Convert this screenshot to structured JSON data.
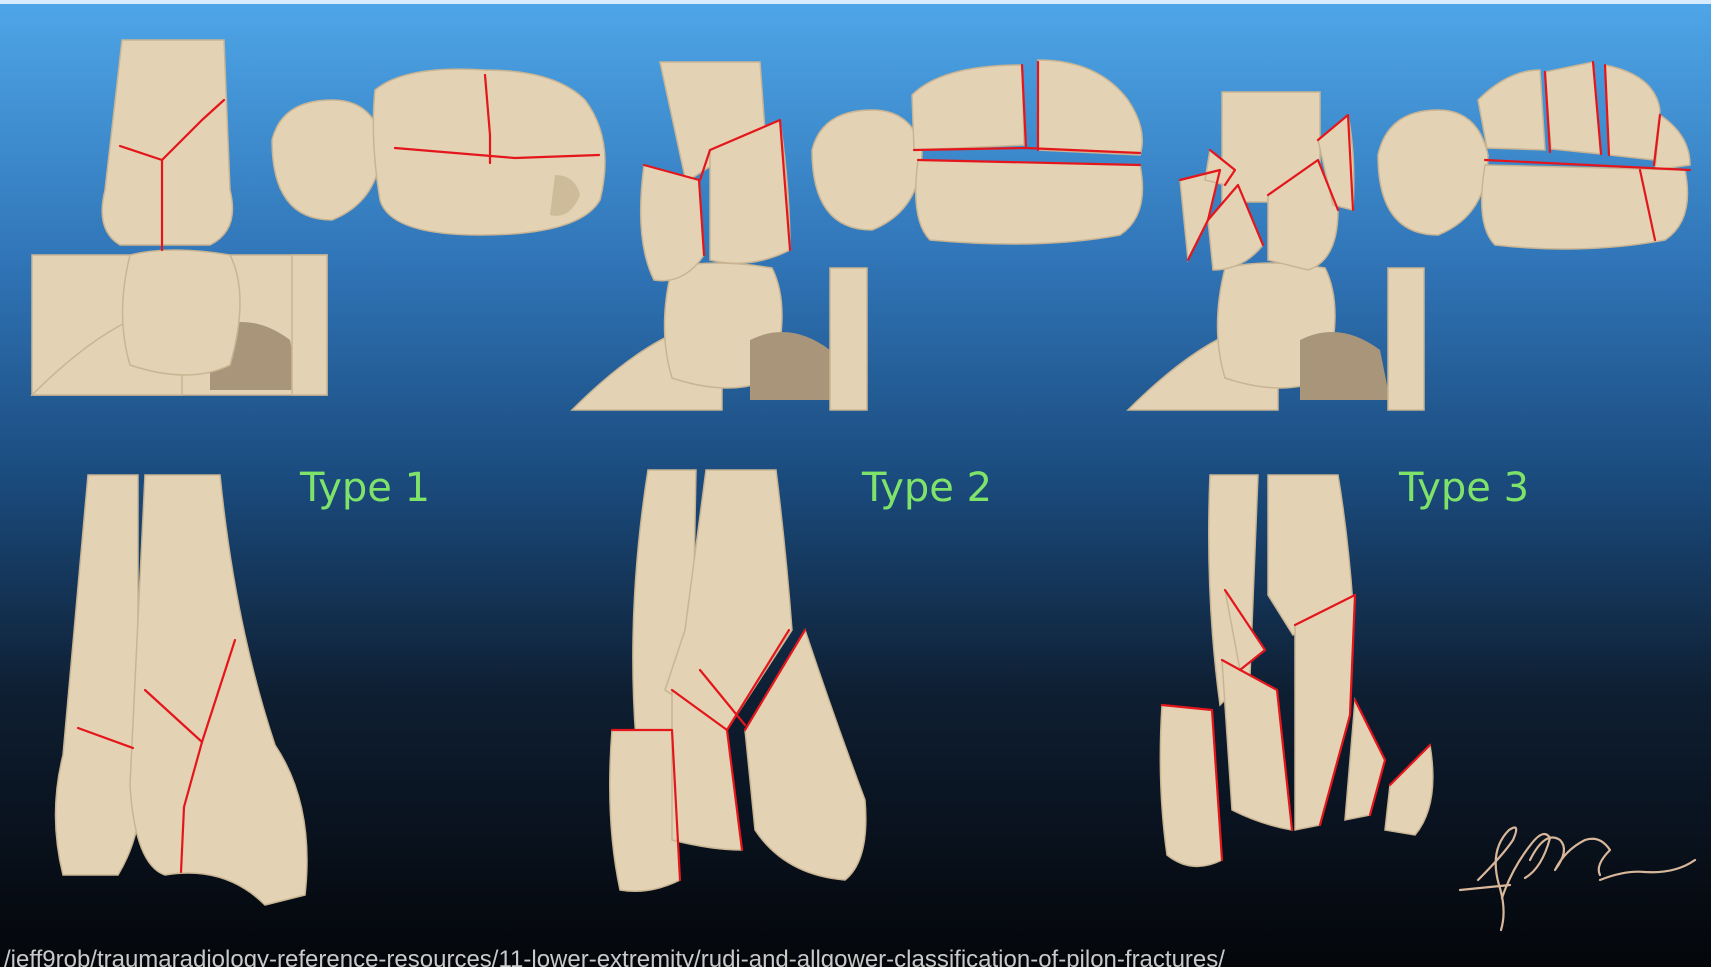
{
  "labels": {
    "type1": "Type 1",
    "type2": "Type 2",
    "type3": "Type 3"
  },
  "caption": "/jeff9rob/traumaradiology-reference-resources/11-lower-extremity/rudi-and-allgower-classification-of-pilon-fractures/",
  "colors": {
    "label_green": "#7fe36a",
    "fracture_line": "#e4161b",
    "bone": "#e3d2b3",
    "background_top": "#4a9fe2",
    "background_bottom": "#05070a"
  }
}
